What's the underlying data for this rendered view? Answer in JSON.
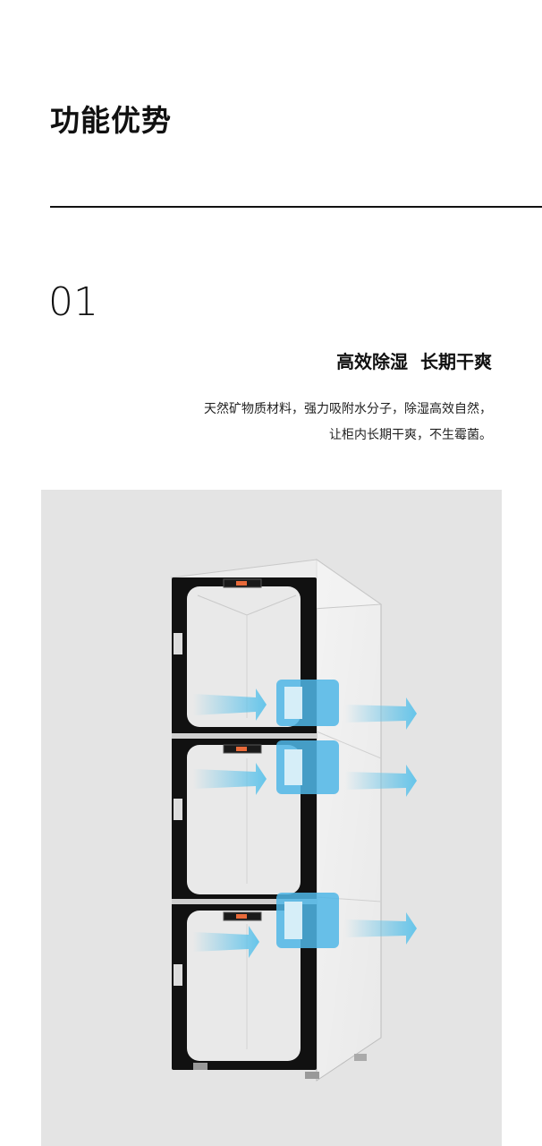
{
  "section": {
    "title": "功能优势",
    "number": "01",
    "subtitle": "高效除湿  长期干爽",
    "description": [
      "天然矿物质材料，强力吸附水分子，除湿高效自然，",
      "让柜内长期干爽，不生霉菌。"
    ]
  },
  "illustration": {
    "subject": "three-door dry cabinet with dehumidifier modules and airflow arrows",
    "colors": {
      "background": "#e4e4e4",
      "frame": "#111111",
      "arrow": "#5fc3ea",
      "module": "#4fb6e6",
      "display": "#e86a3a"
    }
  }
}
